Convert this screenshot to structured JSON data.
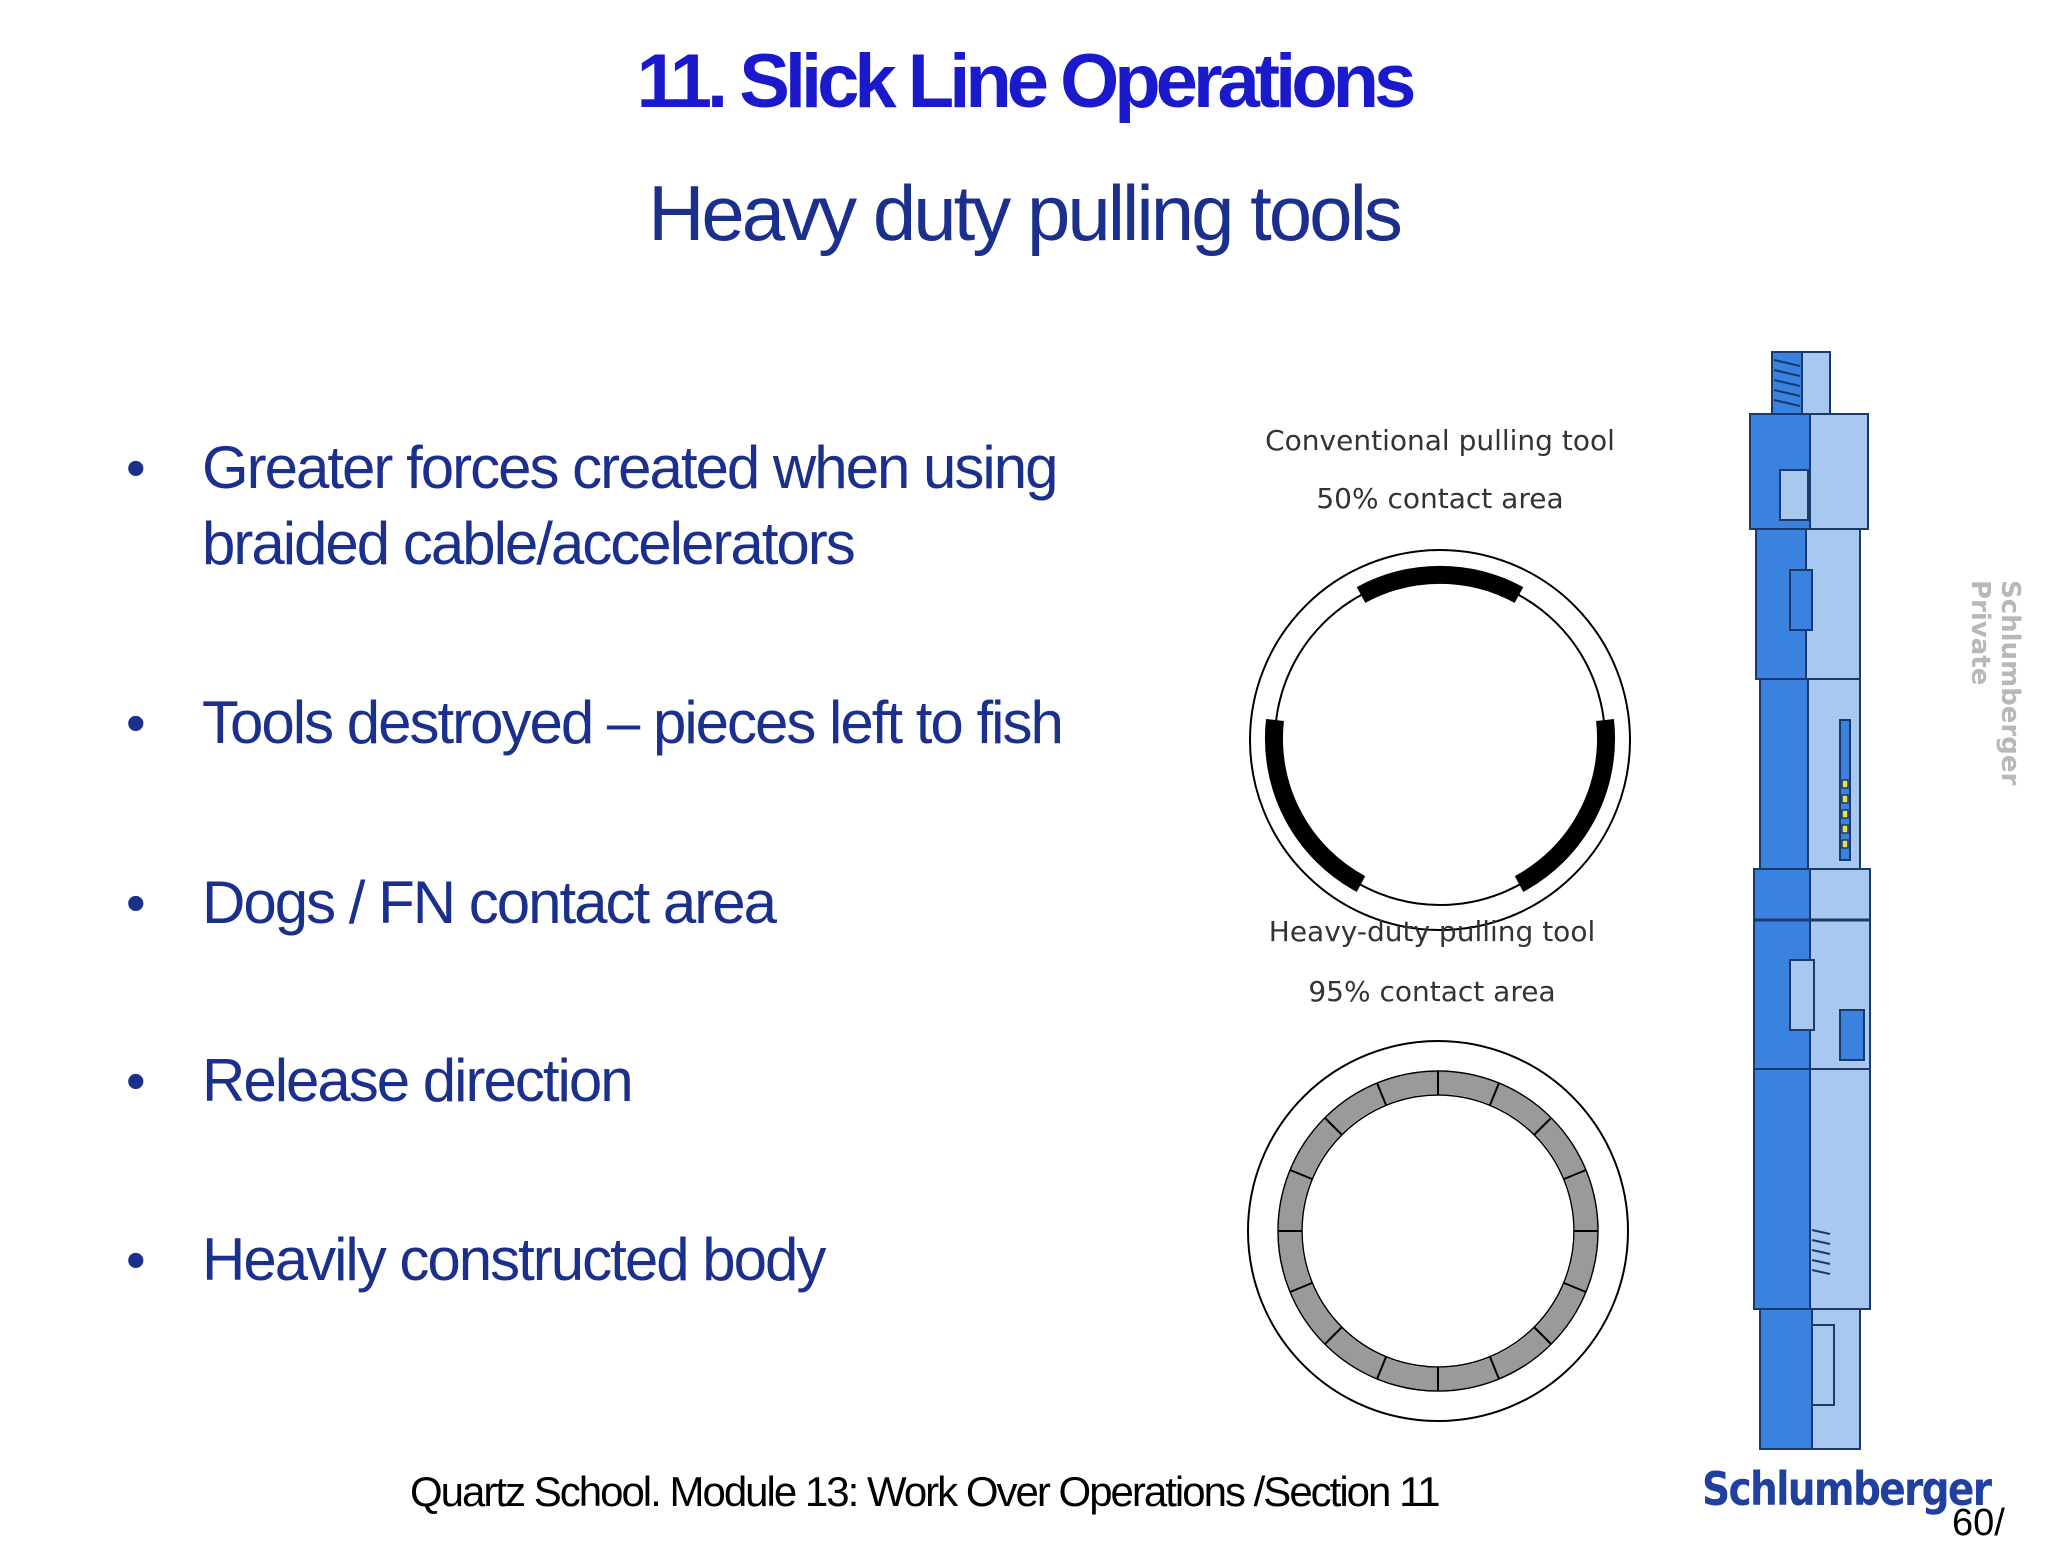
{
  "slide": {
    "title": "11. Slick Line Operations",
    "subtitle": "Heavy duty pulling tools",
    "bullets": [
      "Greater forces created when using braided cable/accelerators",
      "Tools destroyed – pieces left to fish",
      "Dogs / FN contact area",
      "Release direction",
      "Heavily constructed body"
    ],
    "bullet_symbol": "•"
  },
  "diagram": {
    "conventional": {
      "title": "Conventional pulling tool",
      "caption": "50% contact area"
    },
    "heavy_duty": {
      "title": "Heavy-duty pulling tool",
      "caption": "95% contact area"
    }
  },
  "footer": {
    "course": "Quartz School.  Module 13: Work Over Operations /Section 11",
    "logo": "Schlumberger",
    "page": "60/",
    "watermark": "Schlumberger Private"
  },
  "colors": {
    "title": "#1a1acc",
    "text": "#1b2f8c",
    "tool_dark": "#3b82e0",
    "tool_light": "#a8c8f0"
  }
}
